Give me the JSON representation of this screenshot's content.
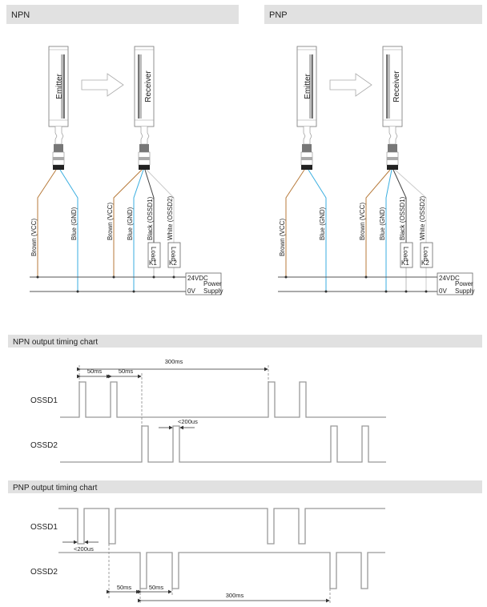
{
  "headers": {
    "npn": "NPN",
    "pnp": "PNP"
  },
  "devices": {
    "emitter": "Emitter",
    "receiver": "Receiver"
  },
  "wires": {
    "brown": "Brown (VCC)",
    "blue": "Blue (GND)",
    "black": "Black (OSSD1)",
    "white": "White (OSSD2)"
  },
  "loads": {
    "k1": "K1",
    "k2": "K2",
    "load": "Load"
  },
  "power": {
    "v24": "24VDC",
    "v0": "0V",
    "power": "Power",
    "supply": "Supply"
  },
  "colors": {
    "brown": "#b77a3a",
    "blue": "#3aaee0",
    "black": "#444444",
    "white": "#c8c8c8"
  },
  "timing": {
    "npn_title": "NPN output timing chart",
    "pnp_title": "PNP output timing chart",
    "ossd1": "OSSD1",
    "ossd2": "OSSD2",
    "t300": "300ms",
    "t50": "50ms",
    "t200us": "<200us"
  }
}
